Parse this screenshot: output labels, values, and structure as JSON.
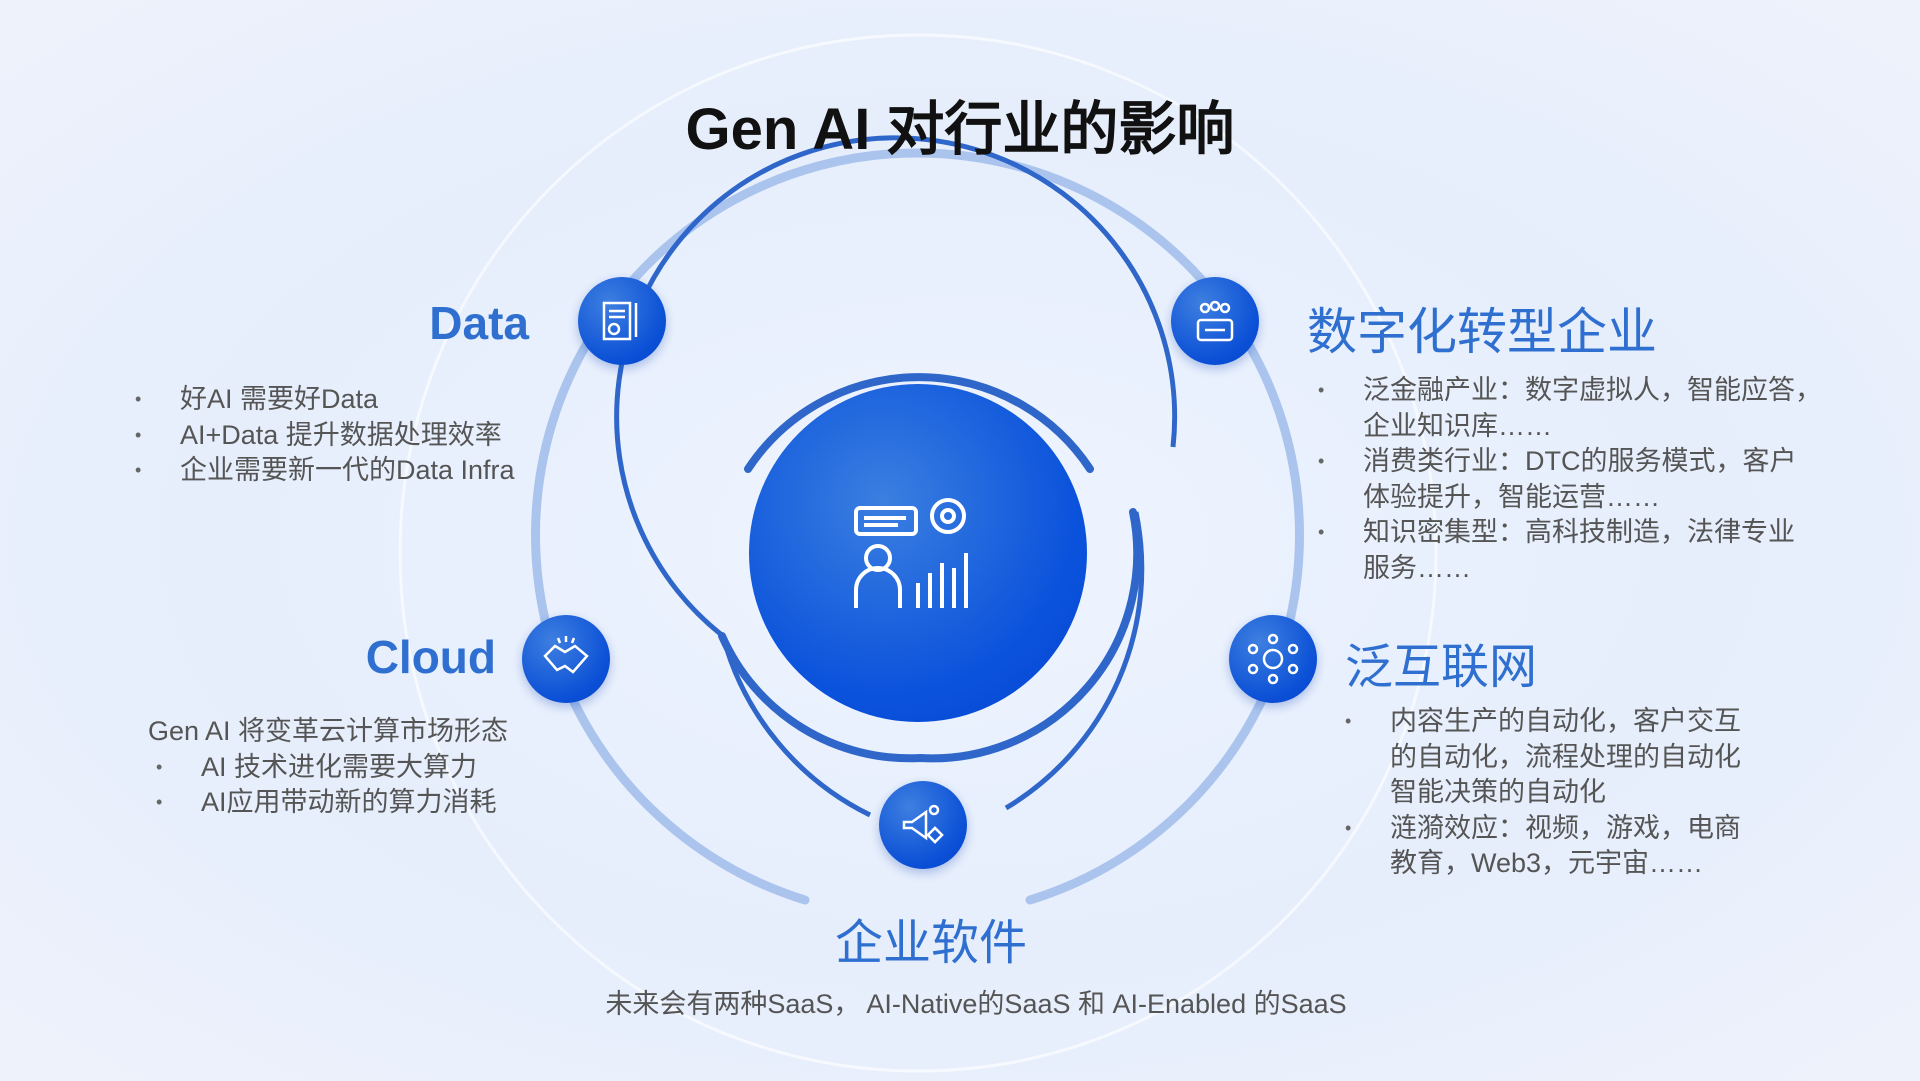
{
  "title": "Gen AI 对行业的影响",
  "center": {
    "icon": "analyst-dashboard-icon"
  },
  "data": {
    "label": "Data",
    "icon": "report-clipboard-icon",
    "bullets": [
      "好AI 需要好Data",
      "AI+Data 提升数据处理效率",
      "企业需要新一代的Data Infra"
    ]
  },
  "cloud": {
    "label": "Cloud",
    "icon": "handshake-icon",
    "intro": "Gen AI 将变革云计算市场形态",
    "bullets": [
      "AI 技术进化需要大算力",
      "AI应用带动新的算力消耗"
    ]
  },
  "digital": {
    "label": "数字化转型企业",
    "icon": "team-tablet-icon",
    "lines": [
      {
        "text": "泛金融产业：数字虚拟人，智能应答，",
        "bullet": true
      },
      {
        "text": "企业知识库……",
        "bullet": false
      },
      {
        "text": "消费类行业：DTC的服务模式，客户",
        "bullet": true
      },
      {
        "text": "体验提升，智能运营……",
        "bullet": false
      },
      {
        "text": "知识密集型：高科技制造，法律专业",
        "bullet": true
      },
      {
        "text": "服务……",
        "bullet": false
      }
    ]
  },
  "internet": {
    "label": "泛互联网",
    "icon": "network-megaphone-icon",
    "lines": [
      {
        "text": "内容生产的自动化，客户交互",
        "bullet": true
      },
      {
        "text": "的自动化，流程处理的自动化",
        "bullet": false
      },
      {
        "text": "智能决策的自动化",
        "bullet": false
      },
      {
        "text": "涟漪效应：视频，游戏，电商",
        "bullet": true
      },
      {
        "text": "教育，Web3，元宇宙……",
        "bullet": false
      }
    ]
  },
  "software": {
    "label": "企业软件",
    "icon": "marketing-megaphone-icon",
    "description": "未来会有两种SaaS， AI-Native的SaaS 和 AI-Enabled 的SaaS"
  },
  "colors": {
    "accent": "#2f6fd0",
    "ring_light": "#a9c3ec",
    "ring_dark": "#2f66c9"
  }
}
